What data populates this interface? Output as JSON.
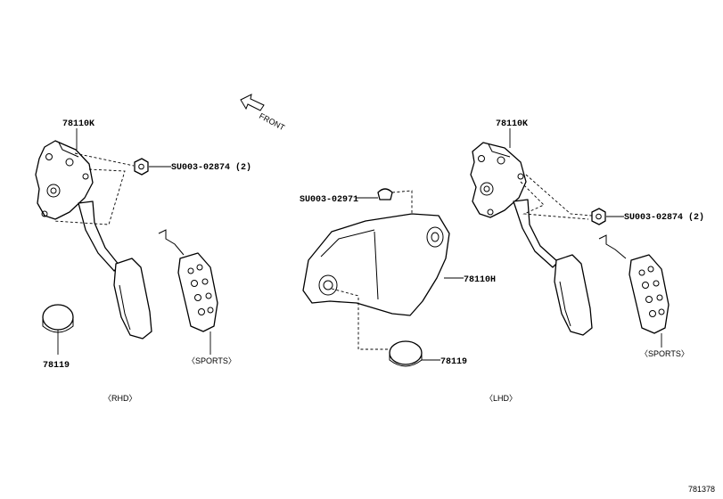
{
  "arrow": {
    "label": "FRONT"
  },
  "rhd": {
    "pedal_part": "78110K",
    "nut_part": "SU003-02874 (2)",
    "plug_part": "78119",
    "sports_label": "〈SPORTS〉",
    "group_label": "〈RHD〉"
  },
  "center": {
    "clip_part": "SU003-02971",
    "bracket_part": "78110H",
    "plug_part": "78119"
  },
  "lhd": {
    "pedal_part": "78110K",
    "nut_part": "SU003-02874 (2)",
    "sports_label": "〈SPORTS〉",
    "group_label": "〈LHD〉"
  },
  "diagram_id": "781378"
}
